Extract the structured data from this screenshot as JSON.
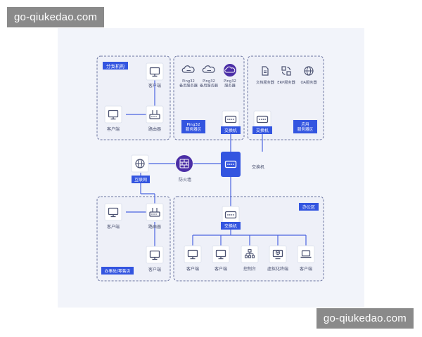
{
  "watermark": {
    "top": "go-qiukedao.com",
    "bottom": "go-qiukedao.com"
  },
  "colors": {
    "accent": "#3355e0",
    "node_border": "#dfe3ee",
    "zone_border": "#6b74a0",
    "link": "#4a63e0",
    "firewall": "#4b2ea6"
  },
  "branch": {
    "title": "分支机构",
    "client_top": "客户端",
    "client_left": "客户端",
    "router": "路由器"
  },
  "ping32": {
    "srv_backup_1": "Ping32\n备用服务器",
    "srv_backup_2": "Ping32\n备用服务器",
    "srv_main": "Ping32\n服务器",
    "zone_label": "Ping32\n服务器区",
    "switch": "交换机"
  },
  "app": {
    "doc_server": "文档服务器",
    "erp_server": "ERP服务器",
    "oa_server": "OA服务器",
    "switch": "交换机",
    "zone_label": "应用\n服务器区"
  },
  "core": {
    "internet": "互联网",
    "firewall": "防火墙",
    "switch": "交换机"
  },
  "office_small": {
    "title": "办事处/零售店",
    "client_left": "客户端",
    "router": "路由器",
    "client_bottom": "客户端"
  },
  "office": {
    "title": "办公区",
    "switch": "交换机",
    "devices": [
      "客户端",
      "客户端",
      "控制台",
      "虚拟化终端",
      "客户端"
    ]
  }
}
